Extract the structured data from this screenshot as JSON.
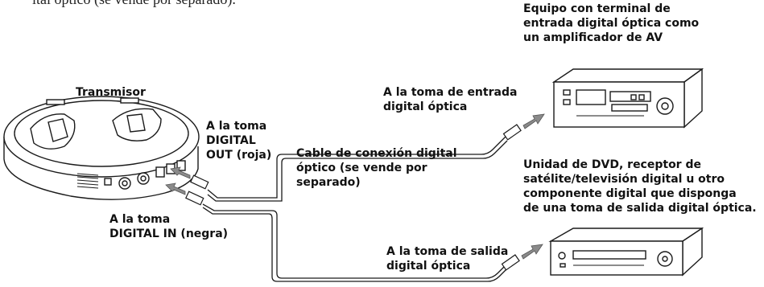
{
  "header_cut_text": "ital óptico (se vende por separado).",
  "labels": {
    "transmitter": "Transmisor",
    "amp_device": "Equipo con terminal de\nentrada digital óptica como\nun amplificador de AV",
    "to_input_jack": "A la toma de entrada\ndigital óptica",
    "digital_out": "A la toma\nDIGITAL\nOUT (roja)",
    "cable": "Cable de conexión digital\nóptico (se vende por\nseparado)",
    "dvd_device": "Unidad de DVD, receptor de\nsatélite/televisión digital u otro\ncomponente digital que disponga\nde una toma de salida digital óptica.",
    "digital_in": "A la toma\nDIGITAL IN (negra)",
    "to_output_jack": "A la toma de salida\ndigital óptica"
  },
  "colors": {
    "line": "#1a1a1a",
    "arrow": "#8a8a8a",
    "fill": "#ffffff"
  }
}
